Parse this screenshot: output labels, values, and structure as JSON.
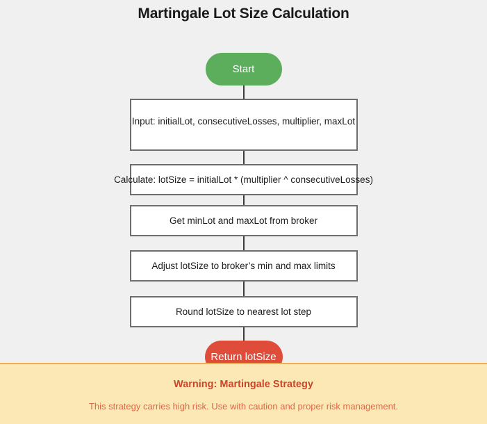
{
  "page": {
    "title": "Martingale Lot Size Calculation",
    "background_color": "#f0f0f0"
  },
  "flowchart": {
    "start_node": {
      "label": "Start",
      "shape": "rounded-pill",
      "color": "#5cad5c"
    },
    "steps": [
      {
        "label": "Input: initialLot, consecutiveLosses, multiplier, maxLot",
        "shape": "rectangle"
      },
      {
        "label": "Calculate: lotSize = initialLot * (multiplier ^ consecutiveLosses)",
        "shape": "rectangle"
      },
      {
        "label": "Get minLot and maxLot from broker",
        "shape": "rectangle"
      },
      {
        "label": "Adjust lotSize to broker’s min and max limits",
        "shape": "rectangle"
      },
      {
        "label": "Round lotSize to nearest lot step",
        "shape": "rectangle"
      }
    ],
    "end_node": {
      "label": "Return lotSize",
      "shape": "rounded-pill",
      "color": "#e04c3a"
    },
    "connector_color": "#3d3d3d",
    "box_border_color": "#6e6e6e",
    "box_fill_color": "#ffffff"
  },
  "warning": {
    "title": "Warning: Martingale Strategy",
    "text": "This strategy carries high risk. Use with caution and proper risk management.",
    "background_color": "#fbe8b4",
    "border_color": "#f0ad4e",
    "title_color": "#c8472b",
    "text_color": "#d96a4a"
  }
}
